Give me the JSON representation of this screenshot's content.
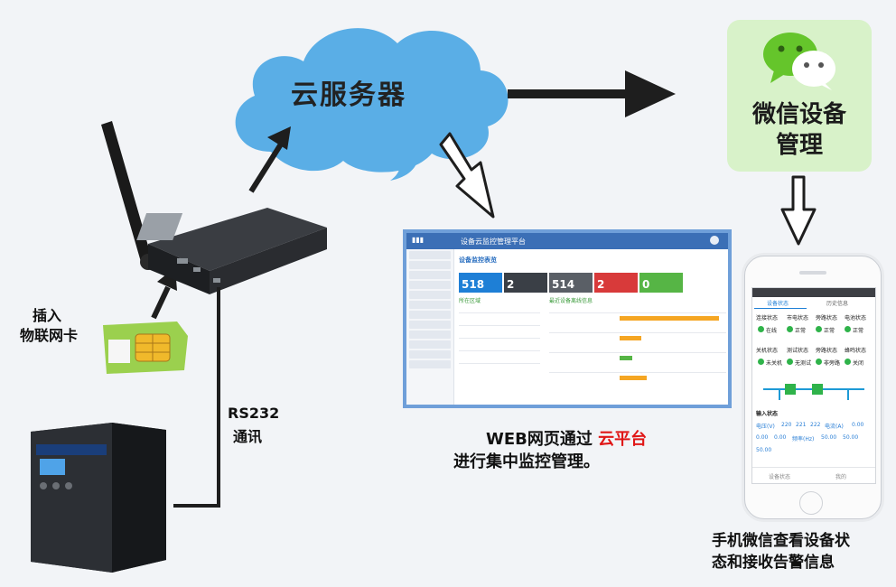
{
  "diagram": {
    "cloud_label": "云服务器",
    "wechat_label_line1": "微信设备",
    "wechat_label_line2": "管理",
    "sim_caption_line1": "插入",
    "sim_caption_line2": "物联网卡",
    "rs232_line1": "RS232",
    "rs232_line2": "通讯",
    "web_caption_line1_a": "WEB网页通过 ",
    "web_caption_line1_b": "云平台",
    "web_caption_line2": "进行集中监控管理。",
    "phone_caption_line1": "手机微信查看设备状",
    "phone_caption_line2": "态和接收告警信息",
    "colors": {
      "cloud": "#5aaee6",
      "arrow": "#1e1e1e",
      "wechat_bg": "#d8f2c9",
      "highlight_red": "#e01616"
    }
  },
  "web": {
    "title": "设备云监控管理平台",
    "page_heading": "设备监控表览",
    "tiles": [
      {
        "value": "518",
        "color": "#1e7fd6"
      },
      {
        "value": "2",
        "color": "#3a3f46"
      },
      {
        "value": "514",
        "color": "#5a5f66"
      },
      {
        "value": "2",
        "color": "#d83a3a"
      },
      {
        "value": "0",
        "color": "#56b545"
      }
    ],
    "left_panel_title": "所在区域",
    "right_panel_title": "最近设备离线信息"
  },
  "phone": {
    "tab1": "设备状态",
    "tab2": "历史信息",
    "grid_row1": [
      "连接状态",
      "市电状态",
      "旁路状态",
      "电池状态"
    ],
    "grid_row1_values": [
      "在线",
      "正常",
      "正常",
      "正常"
    ],
    "grid_row2": [
      "关机状态",
      "测试状态",
      "旁路状态",
      "蜂鸣状态"
    ],
    "grid_row2_values": [
      "未关机",
      "无测试",
      "非旁路",
      "关闭"
    ],
    "input_title": "输入状态",
    "input_row1": [
      "电压(V)",
      "220",
      "221",
      "222",
      "电流(A)",
      "0.00"
    ],
    "input_row2": [
      "0.00",
      "0.00",
      "频率(Hz)",
      "50.00",
      "50.00"
    ],
    "input_row3": [
      "50.00"
    ],
    "bottom_left": "设备状态",
    "bottom_right": "我的"
  }
}
